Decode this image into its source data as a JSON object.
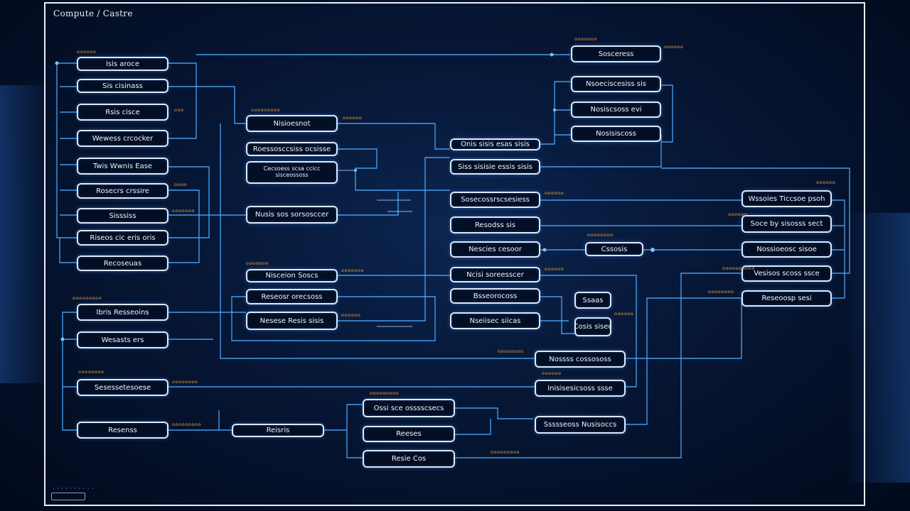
{
  "title": "Compute / Castre",
  "footer": "· · · · · · · · · ·",
  "colors": {
    "wire": "#4aa8ff",
    "node_border": "#dfe9f7",
    "tag": "#f0a03c",
    "background": "#061634"
  },
  "nodes": {
    "l1": "Isis aroce",
    "l2": "Sis cisinass",
    "l3": "Rsis cisce",
    "l4": "Wewess crcocker",
    "l5": "Twis Wwnis Ease",
    "l6": "Rosecrs crssire",
    "l7": "Sisssiss",
    "l8": "Riseos cic eris oris",
    "l9": "Recoseuas",
    "l10": "Ibris Resseoins",
    "l11": "Wesasts ers",
    "l12": "Sesessetesoese",
    "l13": "Resenss",
    "c1": "Nisioesnot",
    "c2": "Roessosccsiss ocsisse",
    "c3": "Cecsoess scsa ccicc sisceossoss",
    "c4": "Nusis sos sorsosccer",
    "c5": "Nisceion Soscs",
    "c6": "Reseosr orecsoss",
    "c7": "Nesese Resis sisis",
    "c8": "Reisris",
    "m1": "Onis sisis esas sisis",
    "m2": "Siss sisisie essis sisis",
    "m3": "Sosecossrscsesiess",
    "m4": "Resodss sis",
    "m5": "Nescies cesoor",
    "m6": "Ncisi soreesscer",
    "m7": "Bsseorocoss",
    "m8": "Nseiisec siicas",
    "b1": "Ossi sce osssscsecs",
    "b2": "Reeses",
    "b3": "Resie Cos",
    "t1": "Sosceress",
    "t2": "Nsoeciscesiss sis",
    "t3": "Nosiscsoss evi",
    "t4": "Nosisiscoss",
    "s1": "Cssosis",
    "s2": "Ssaas",
    "s3": "Cosis sisee",
    "r1": "Wssoies Ticcsoe psoh",
    "r2": "Soce by sisosss sect",
    "r3": "Nossioeosc sisoe",
    "r4": "Vesisos scoss ssce",
    "r5": "Reseoosp sesi",
    "bb1": "Nossss cossososs",
    "bb2": "Inisisesicsoss ssse",
    "bb3": "Ssssseoss Nusisoccs"
  },
  "tags": {
    "t_l1": "oooooo",
    "t_l2": "ooo",
    "t_l3": "oooo",
    "t_l4": "ooooooo",
    "t_l5": "ooooooooo",
    "t_l6": "oooooooo",
    "t_l7": "oooooooo",
    "t_l8": "ooooooooo",
    "t_c1": "ooooooooo",
    "t_c2": "oooooo",
    "t_c3": "ooooooo",
    "t_c4": "ooooooo",
    "t_c5": "oooooo",
    "t_m1": "oooooo",
    "t_m2": "oooooo",
    "t_m3": "oooooooo",
    "t_m4": "oooooooo",
    "t_m5": "oooooo",
    "t_m6": "ooooooooo",
    "t_m7": "ooooooooo",
    "t_t1": "ooooooo",
    "t_t2": "oooooo",
    "t_r1": "oooooo",
    "t_r2": "oooooo",
    "t_r3": "oooooooooo",
    "t_r4": "oooooooo",
    "t_b1": "oooooooooo",
    "t_b2": "oooooooooo",
    "t_b3": "ooooooooooooo",
    "t_bb1": "ooooooooo",
    "t_bb2": "ooooooo",
    "t_s1": "oooooo"
  }
}
